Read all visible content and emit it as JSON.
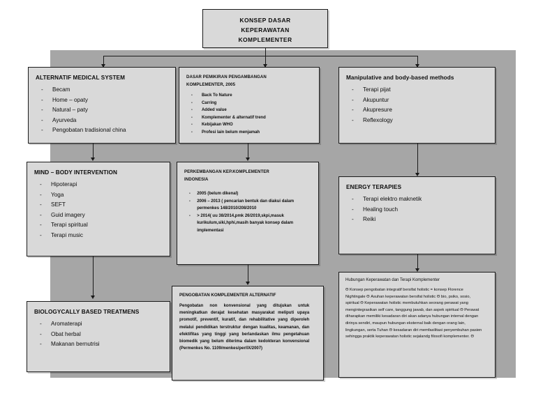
{
  "diagram": {
    "root": {
      "label": "KONSEP DASAR KEPERAWATAN KOMPLEMENTER",
      "line1": "KONSEP DASAR",
      "line2": "KEPERAWATAN",
      "line3": "KOMPLEMENTER"
    },
    "nodes": [
      {
        "id": "alternatif-medical-system",
        "title": "ALTERNATIF MEDICAL SYSTEM",
        "items": [
          "Becam",
          "Home – opaty",
          "Natural – paty",
          "Ayurveda",
          "Pengobatan tradisional china"
        ]
      },
      {
        "id": "dasar-pemikiran",
        "title_line1": "DASAR PEMIKIRAN PENGAMBANGAN",
        "title_line2": "KOMPLEMENTER, 2005",
        "items": [
          "Back To Nature",
          "Carring",
          "Added value",
          "Komplementer & alternatif trend",
          "Kebijakan WHO",
          "Profesi lain belum menjamah"
        ]
      },
      {
        "id": "manipulative-body-based",
        "title": "Manipulative and body-based methods",
        "items": [
          "Terapi pijat",
          "Akupuntur",
          "Akupresure",
          "Reflexology"
        ]
      },
      {
        "id": "mind-body-intervention",
        "title": "MIND – BODY INTERVENTION",
        "items": [
          "Hipoterapi",
          "Yoga",
          "SEFT",
          "Guid imagery",
          "Terapi spiritual",
          "Terapi music"
        ]
      },
      {
        "id": "perkembangan-kep-komplementer",
        "title_line1": "PERKEMBANGAN KEP.KOMPLEMENTER",
        "title_line2": "INDONESIA",
        "items": [
          "2005 (belum dikenal)",
          "2006 – 2013 ( pencarian bentuk dan diakui dalam permenkes 148/2010/208/2010",
          "> 2014( uu 38/2014,pmk 26/2019,skpi,masuk kurikulum,siki,hphi,masih banyak konsep dalam implementasi"
        ]
      },
      {
        "id": "energy-terapies",
        "title": "ENERGY TERAPIES",
        "items": [
          "Terapi elektro maknetik",
          "Healing touch",
          "Reiki"
        ]
      },
      {
        "id": "biologycally-based-treatmens",
        "title": "BIOLOGYCALLY BASED TREATMENS",
        "items": [
          "Aromaterapi",
          "Obat herbal",
          "Makanan bernutrisi"
        ]
      },
      {
        "id": "pengobatan-komplementer-alternatif",
        "title": "PENGOBATAN KOMPLEMENTER ALTERNATIF",
        "body": "Pengobatan non konvensional yang ditujukan untuk meningkatkan derajat kesehatan masyarakat meliputi upaya promotif, preventif, kuratif, dan rehabilitative yang diperoleh melalui pendidikan terstruktur dengan kualitas, keamanan, dan efektifitas yang tinggi yang berlandaskan ilmu pengetahuan biomedik yang belum diterima dalam kedokteran konvensional (Permenkes No. 1109/menkes/per/IX/2007)"
      },
      {
        "id": "hubungan-keperawatan",
        "title": "Hubungan Keperawatan dan Terapi Komplementer",
        "body": "Θ Konsep pengobatan integratif bersifat holistic = konsep Florence Nightingale Θ Asuhan keperawatan bersifat holistic Θ bio, psiko, sosio, spiritual Θ Keperawatan holistic membutuhkan seorang perawat yang mengintegrasikan self care, tanggung jawab, dan aspek spiritual Θ Perawat diharapkan memiliki kesadaran diri akan adanya hubungan internal dengan dirinya sendiri, maupun hubungan eksternal baik dengan orang lain, lingkungan, serta Tuhan Θ kesadaran diri memfasilitasi penyembuhan pasien sehingga praktik keperawatan holistic sejalandg filosofi komplementer. Θ"
      }
    ],
    "colors": {
      "panel_background": "#a6a6a6",
      "node_fill": "#d9d9d9",
      "node_border": "#1a1a1a",
      "page_background": "#ffffff"
    }
  }
}
